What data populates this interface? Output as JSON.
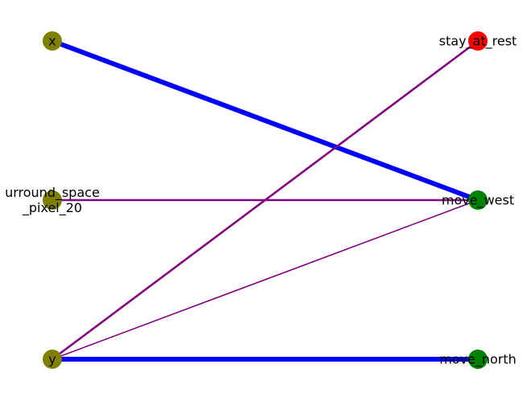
{
  "graph": {
    "nodes": [
      {
        "id": "x",
        "label": "x",
        "color": "#808000"
      },
      {
        "id": "surround",
        "label": [
          "urround_space",
          "_pixel_20"
        ],
        "color": "#808000"
      },
      {
        "id": "y",
        "label": "y",
        "color": "#808000"
      },
      {
        "id": "stay_at_rest",
        "label": "stay_at_rest",
        "color": "#ff0000"
      },
      {
        "id": "move_west",
        "label": "move_west",
        "color": "#008000"
      },
      {
        "id": "move_north",
        "label": "move_north",
        "color": "#008000"
      }
    ],
    "edges": [
      {
        "source": "x",
        "target": "move_west",
        "color": "#0000ff",
        "weight": "heavy"
      },
      {
        "source": "y",
        "target": "stay_at_rest",
        "color": "#800080",
        "weight": "medium"
      },
      {
        "source": "surround",
        "target": "move_west",
        "color": "#800080",
        "weight": "medium"
      },
      {
        "source": "y",
        "target": "move_west",
        "color": "#800080",
        "weight": "light"
      },
      {
        "source": "y",
        "target": "move_north",
        "color": "#0000ff",
        "weight": "heavy"
      }
    ]
  }
}
